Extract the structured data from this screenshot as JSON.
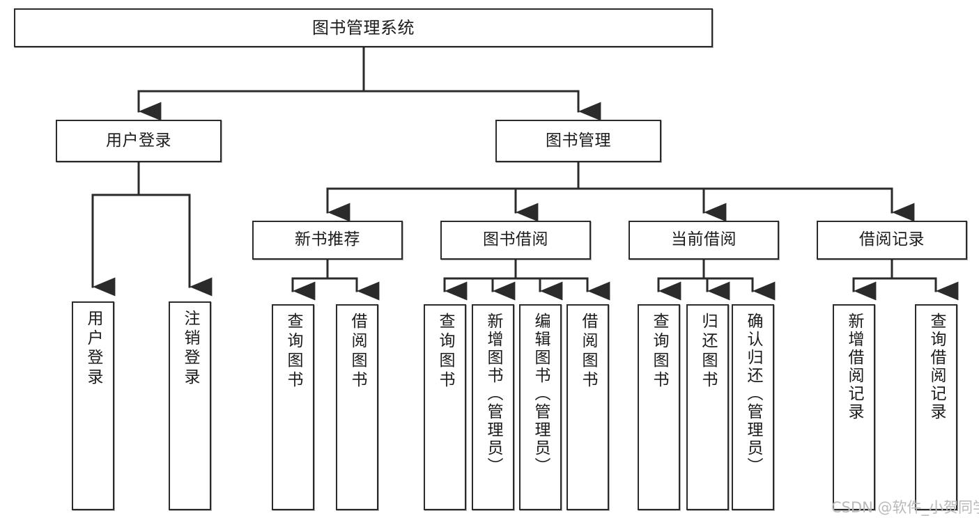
{
  "diagram": {
    "title": "图书管理系统",
    "type": "tree-hierarchy",
    "watermark": "CSDN @软件_小贺同学",
    "colors": {
      "box_border": "#2b2b2b",
      "box_fill": "#ffffff",
      "connector": "#2b2b2b",
      "text": "#1b1b1b",
      "watermark": "#b9b9b9",
      "background": "#ffffff"
    },
    "levels": {
      "root": {
        "label": "图书管理系统"
      },
      "level2": [
        {
          "label": "用户登录"
        },
        {
          "label": "图书管理"
        }
      ],
      "level3": [
        {
          "label": "新书推荐"
        },
        {
          "label": "图书借阅"
        },
        {
          "label": "当前借阅"
        },
        {
          "label": "借阅记录"
        }
      ]
    },
    "leaves": {
      "user_login": [
        {
          "label": "用户登录"
        },
        {
          "label": "注销登录"
        }
      ],
      "new_book_recommend": [
        {
          "label": "查询图书"
        },
        {
          "label": "借阅图书"
        }
      ],
      "book_borrow": [
        {
          "label": "查询图书"
        },
        {
          "label": "新增图书（管理员）"
        },
        {
          "label": "编辑图书（管理员）"
        },
        {
          "label": "借阅图书"
        }
      ],
      "current_borrow": [
        {
          "label": "查询图书"
        },
        {
          "label": "归还图书"
        },
        {
          "label": "确认归还（管理员）"
        }
      ],
      "borrow_record": [
        {
          "label": "新增借阅记录"
        },
        {
          "label": "查询借阅记录"
        }
      ]
    }
  }
}
